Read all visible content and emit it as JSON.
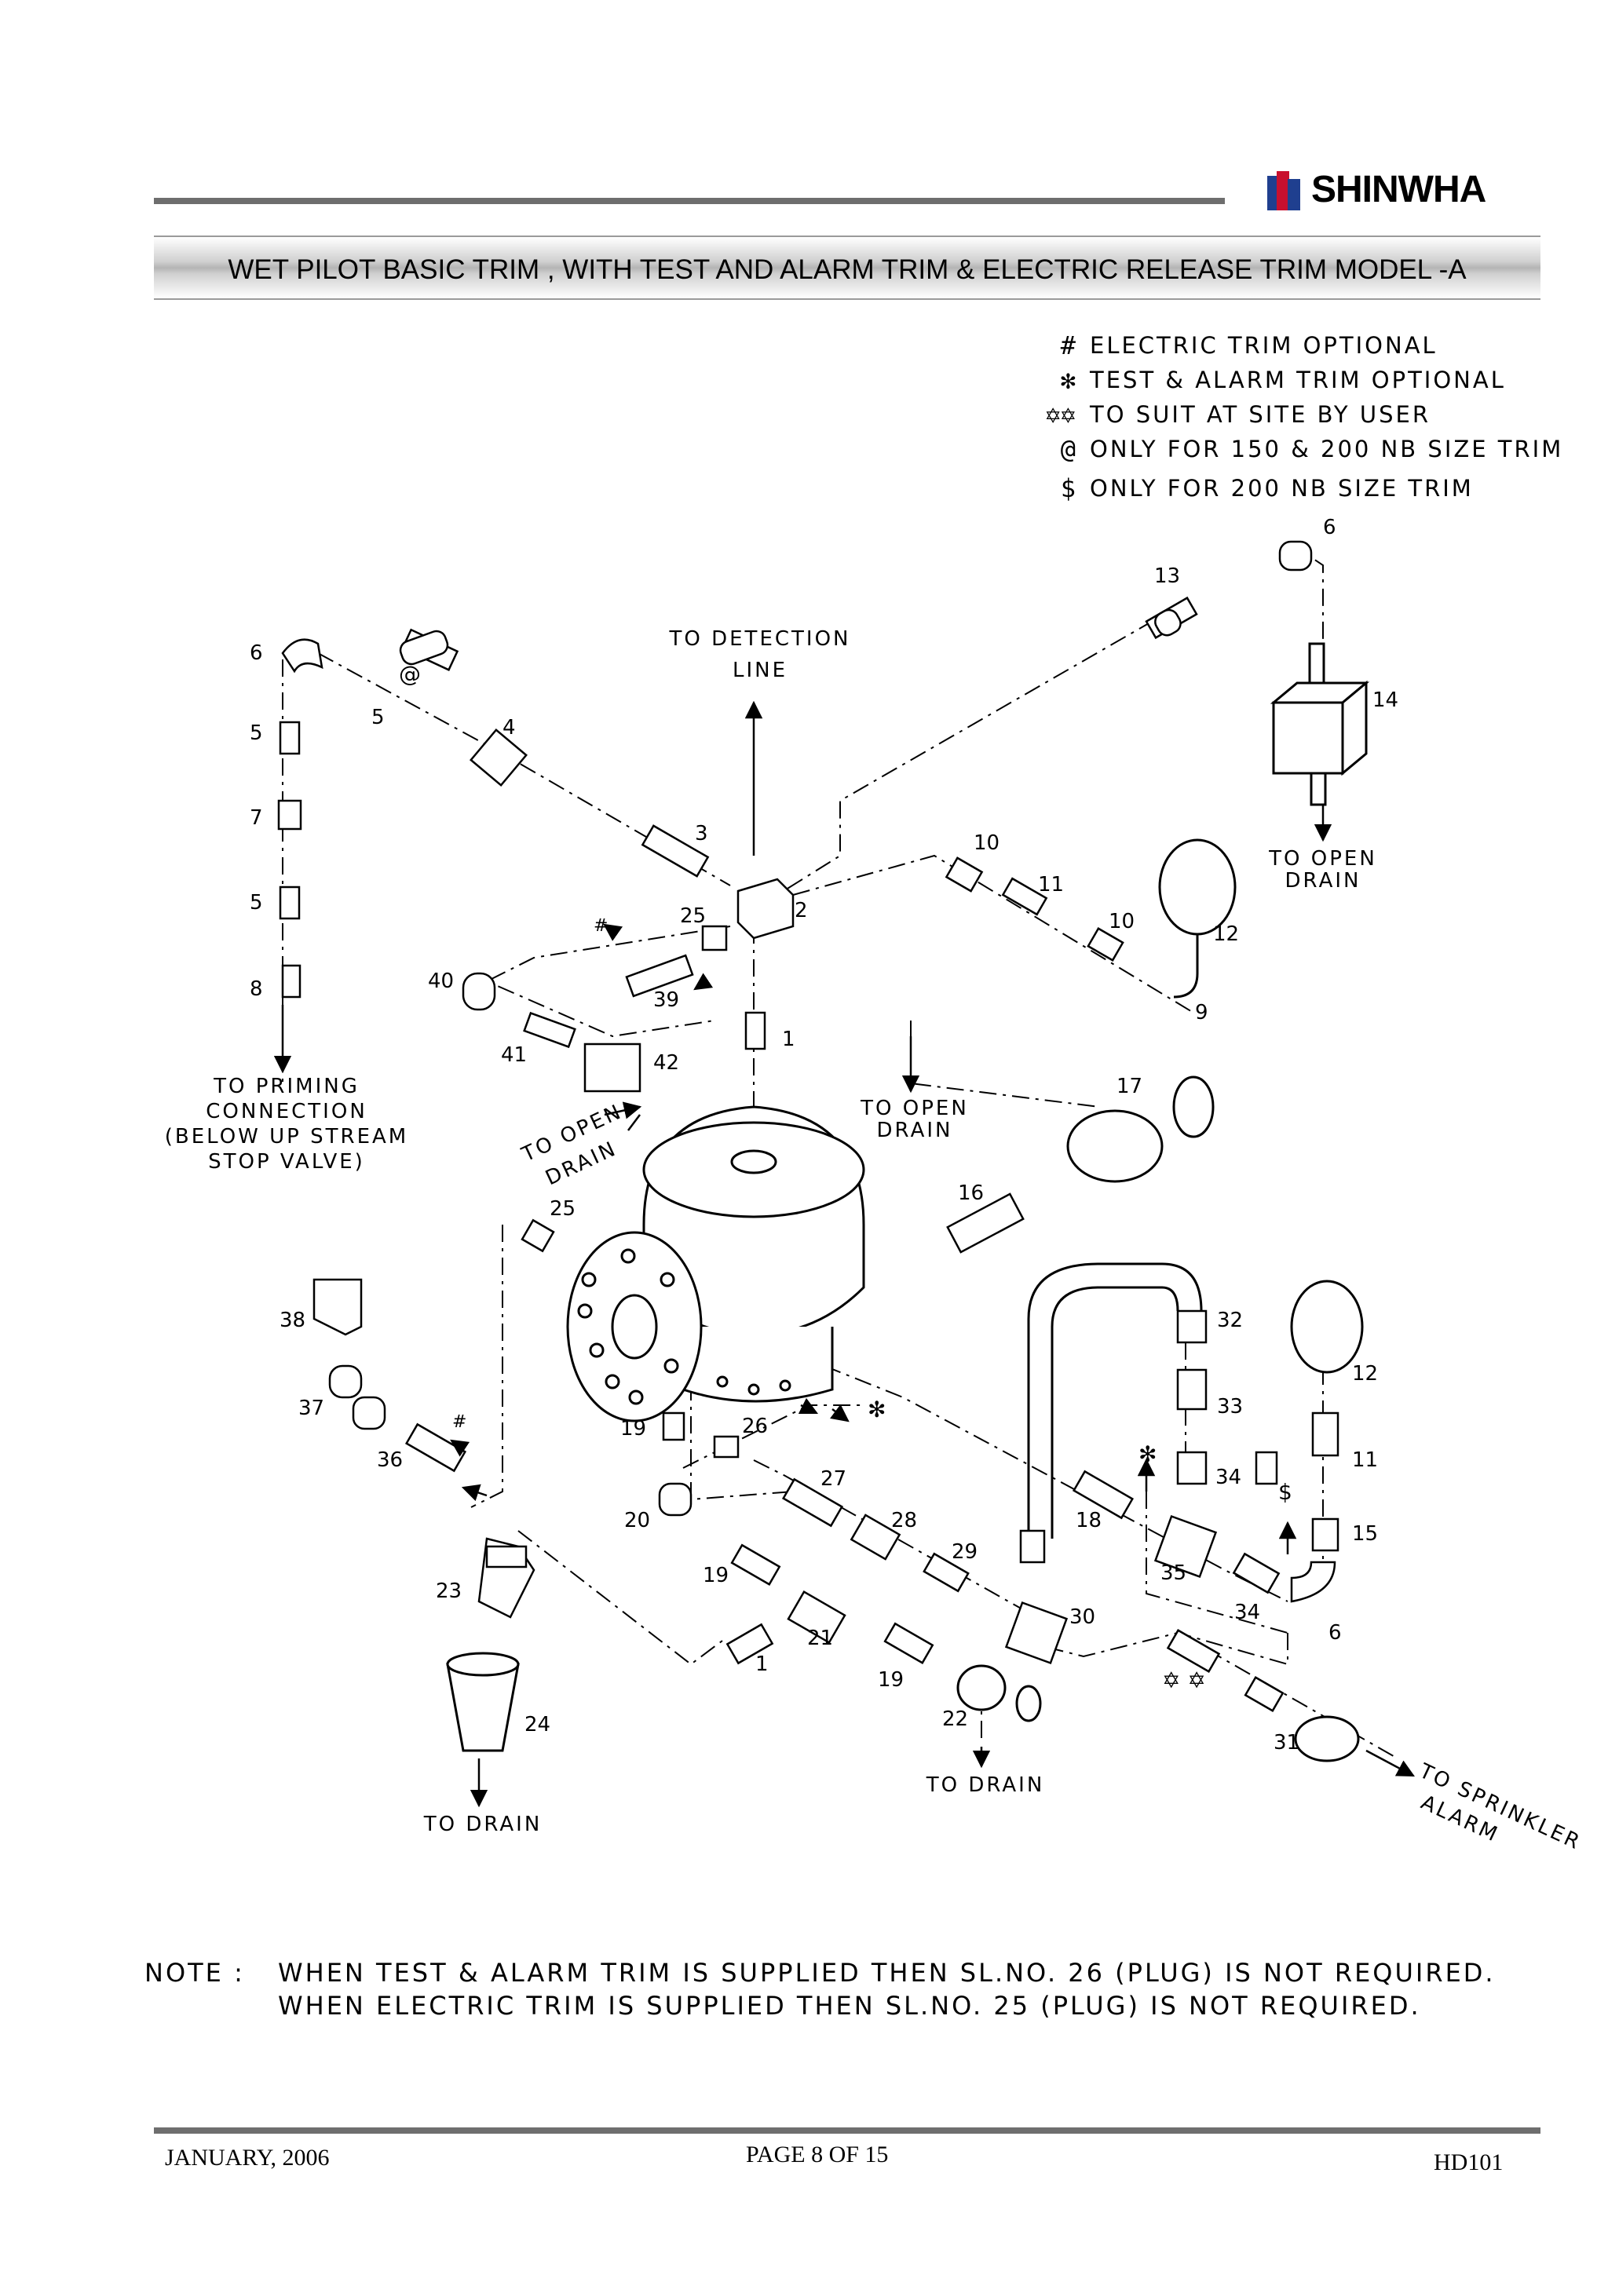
{
  "brand": {
    "logo_text": "SHINWHA"
  },
  "title": "WET  PILOT BASIC TRIM , WITH TEST AND ALARM TRIM &  ELECTRIC RELEASE TRIM MODEL -A",
  "legend": [
    {
      "symbol": "#",
      "text": "ELECTRIC TRIM OPTIONAL"
    },
    {
      "symbol": "✻",
      "text": "TEST & ALARM TRIM OPTIONAL"
    },
    {
      "symbol": "✡✡",
      "text": "TO SUIT AT SITE BY USER"
    },
    {
      "symbol": "@",
      "text": "ONLY FOR 150 & 200 NB SIZE TRIM"
    },
    {
      "symbol": "$",
      "text": "ONLY FOR 200 NB SIZE TRIM"
    }
  ],
  "diagram": {
    "callouts": {
      "detection": [
        "TO DETECTION",
        "LINE"
      ],
      "open_drain_top": [
        "TO OPEN",
        "DRAIN"
      ],
      "open_drain_mid": [
        "TO OPEN",
        "DRAIN"
      ],
      "open_drain_diag": [
        "TO OPEN",
        "DRAIN"
      ],
      "priming": [
        "TO PRIMING",
        "CONNECTION",
        "(BELOW UP STREAM",
        "STOP VALVE)"
      ],
      "drain_left": "TO DRAIN",
      "drain_center": "TO DRAIN",
      "sprinkler": [
        "TO SPRINKLER",
        "ALARM"
      ]
    },
    "part_numbers": {
      "p6a": "6",
      "p13": "13",
      "p14": "14",
      "p6b": "6",
      "p5a": "5",
      "p5b": "5",
      "p4": "4",
      "p7": "7",
      "p5c": "5",
      "p3": "3",
      "p2": "2",
      "p10a": "10",
      "p11a": "11",
      "p10b": "10",
      "p12a": "12",
      "p9": "9",
      "p8": "8",
      "p25a": "25",
      "p40": "40",
      "p39": "39",
      "p41": "41",
      "p42": "42",
      "p1a": "1",
      "p17": "17",
      "p16": "16",
      "p25b": "25",
      "p38": "38",
      "p37": "37",
      "p36": "36",
      "p19a": "19",
      "p26": "26",
      "p27": "27",
      "p28": "28",
      "p20": "20",
      "p19b": "19",
      "p29": "29",
      "p32": "32",
      "p12b": "12",
      "p33": "33",
      "p34a": "34",
      "p11b": "11",
      "p15": "15",
      "p18": "18",
      "p35": "35",
      "p34b": "34",
      "p6c": "6",
      "p30": "30",
      "p23": "23",
      "p21": "21",
      "p1b": "1",
      "p19c": "19",
      "p22": "22",
      "p24": "24",
      "p31": "31"
    },
    "marks": {
      "at": "@",
      "hash_a": "#",
      "hash_b": "#",
      "star_a": "✻",
      "star_b": "✻",
      "dollar": "$",
      "user_pair": "✡ ✡"
    }
  },
  "note": {
    "label": "NOTE :",
    "lines": [
      "WHEN TEST & ALARM TRIM IS SUPPLIED THEN SL.NO. 26 (PLUG) IS NOT REQUIRED.",
      "WHEN ELECTRIC TRIM IS SUPPLIED THEN SL.NO. 25 (PLUG) IS NOT REQUIRED."
    ]
  },
  "footer": {
    "date": "JANUARY, 2006",
    "page": "PAGE 8    OF 15",
    "doc_id": "HD101"
  },
  "colors": {
    "rule": "#6e6e6e",
    "logo_blue": "#1f3f8f",
    "logo_red": "#c8102e",
    "ink": "#000000"
  }
}
